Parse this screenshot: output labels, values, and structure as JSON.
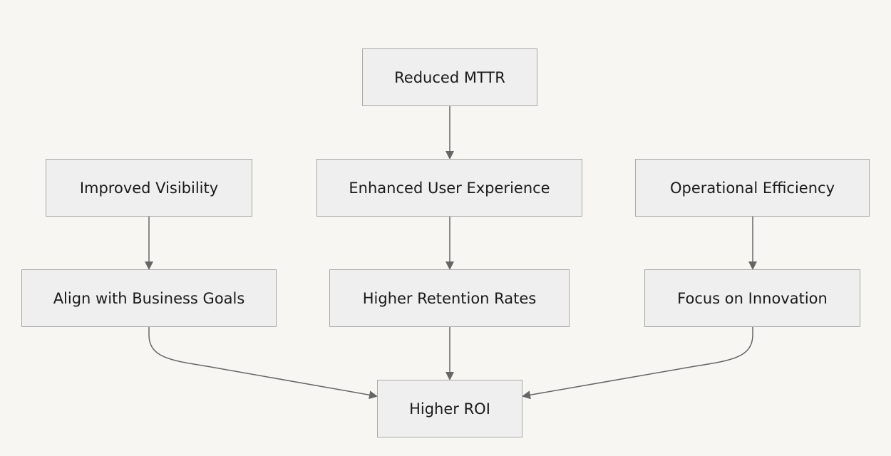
{
  "diagram": {
    "nodes": {
      "reduced_mttr": "Reduced MTTR",
      "improved_visibility": "Improved Visibility",
      "enhanced_user_experience": "Enhanced User Experience",
      "operational_efficiency": "Operational Efficiency",
      "align_with_business_goals": "Align with Business Goals",
      "higher_retention_rates": "Higher Retention Rates",
      "focus_on_innovation": "Focus on Innovation",
      "higher_roi": "Higher ROI"
    },
    "edges": [
      {
        "from": "reduced_mttr",
        "to": "enhanced_user_experience"
      },
      {
        "from": "improved_visibility",
        "to": "align_with_business_goals"
      },
      {
        "from": "enhanced_user_experience",
        "to": "higher_retention_rates"
      },
      {
        "from": "operational_efficiency",
        "to": "focus_on_innovation"
      },
      {
        "from": "align_with_business_goals",
        "to": "higher_roi"
      },
      {
        "from": "higher_retention_rates",
        "to": "higher_roi"
      },
      {
        "from": "focus_on_innovation",
        "to": "higher_roi"
      }
    ],
    "colors": {
      "background": "#f7f6f3",
      "node_fill": "#efefef",
      "node_border": "#a8a8a8",
      "edge": "#666666",
      "text": "#1a1a1a"
    }
  }
}
